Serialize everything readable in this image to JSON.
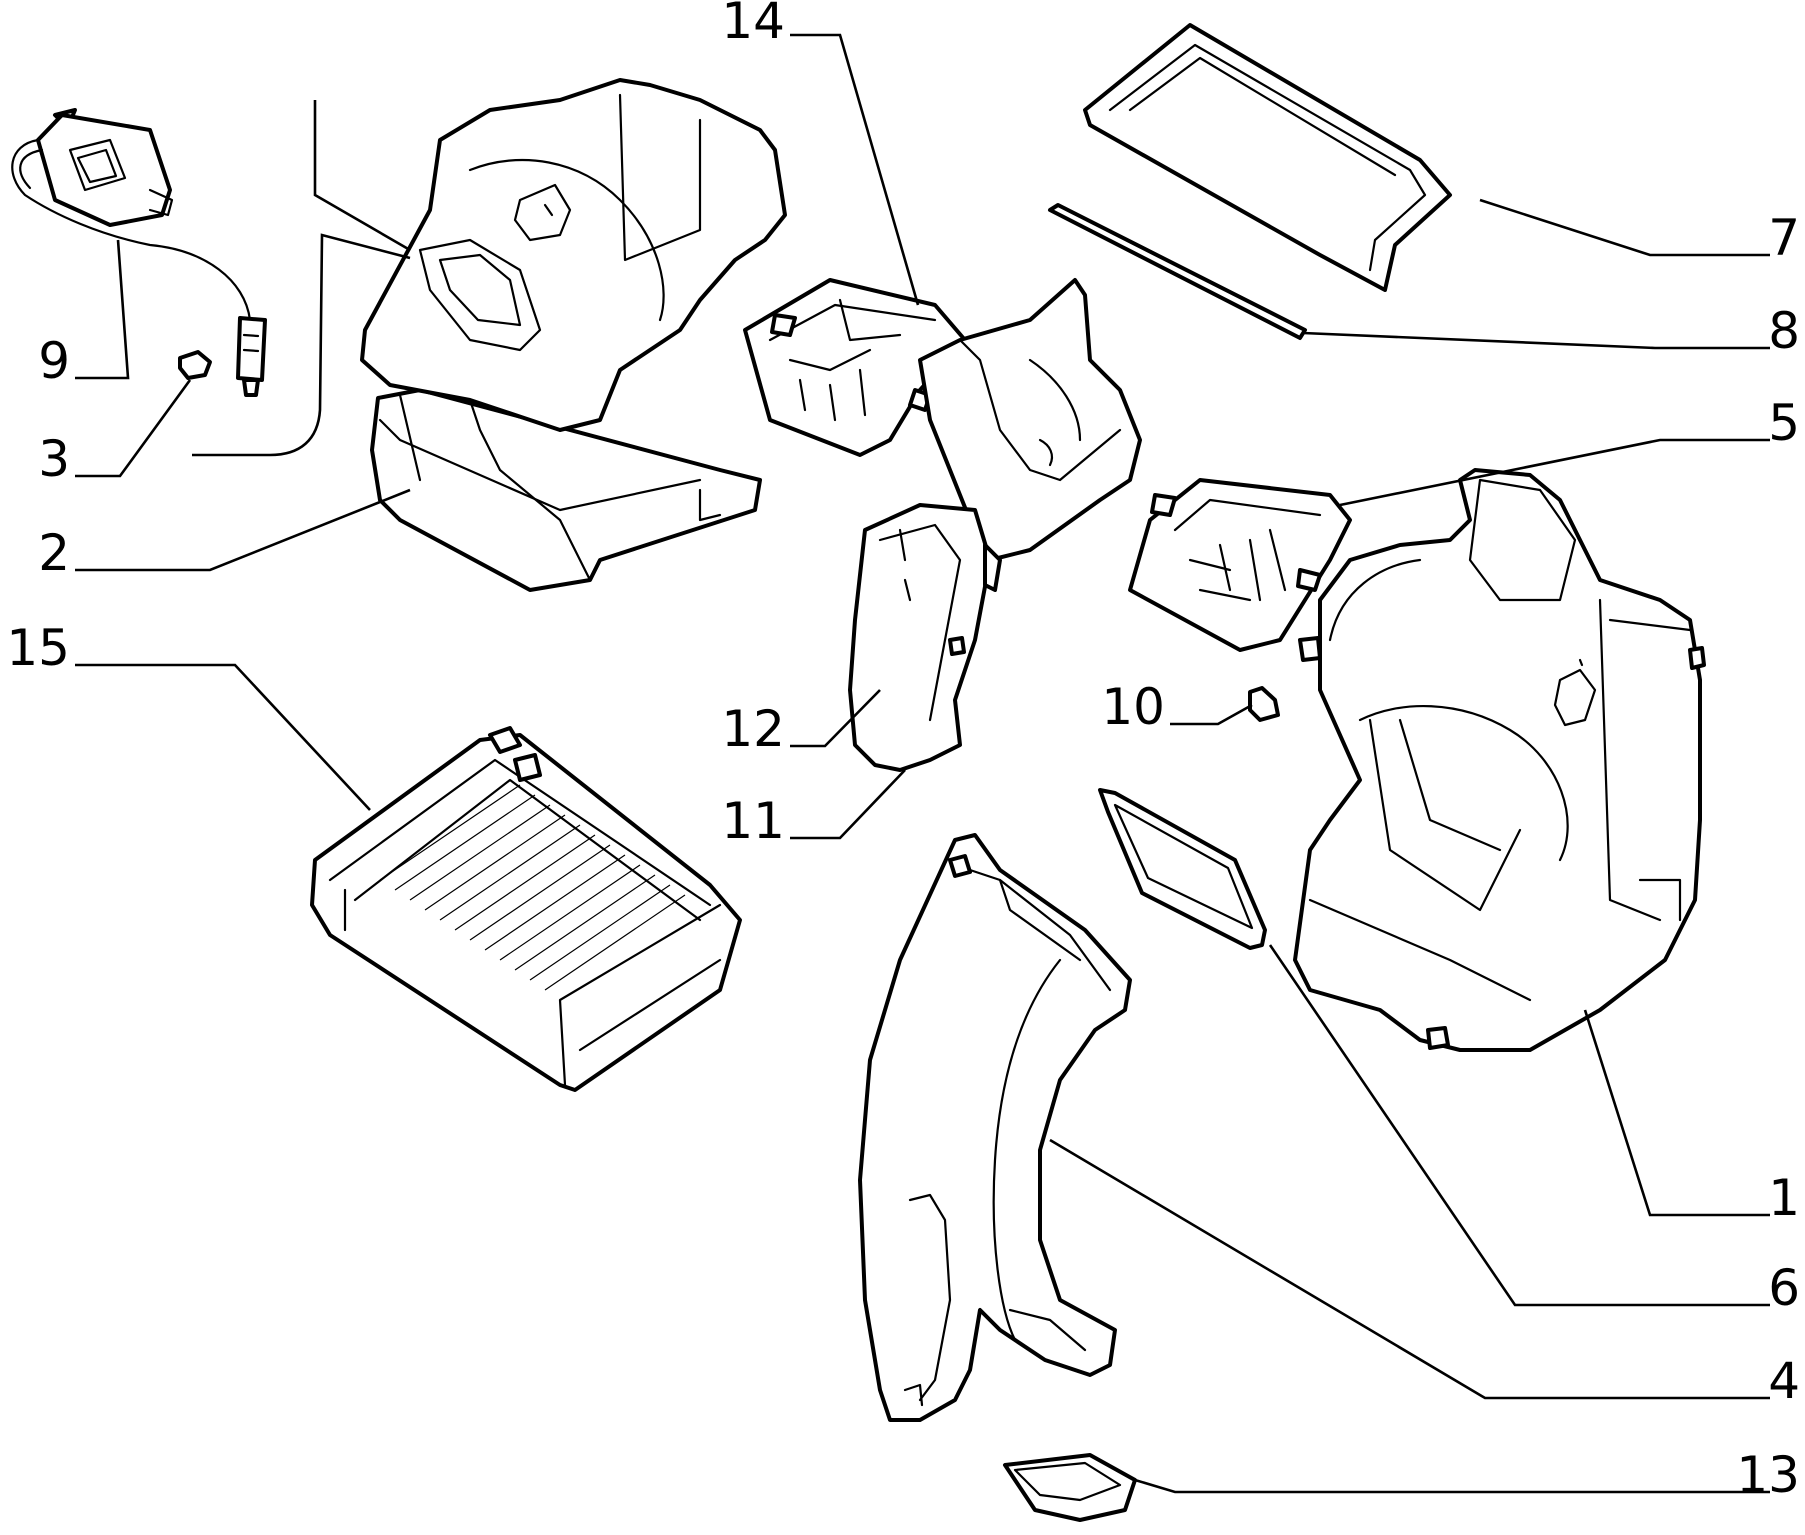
{
  "diagram": {
    "callouts": [
      {
        "id": "c1",
        "label": "1"
      },
      {
        "id": "c2",
        "label": "2"
      },
      {
        "id": "c3",
        "label": "3"
      },
      {
        "id": "c4",
        "label": "4"
      },
      {
        "id": "c5",
        "label": "5"
      },
      {
        "id": "c6",
        "label": "6"
      },
      {
        "id": "c7",
        "label": "7"
      },
      {
        "id": "c8",
        "label": "8"
      },
      {
        "id": "c9",
        "label": "9"
      },
      {
        "id": "c10",
        "label": "10"
      },
      {
        "id": "c11",
        "label": "11"
      },
      {
        "id": "c12",
        "label": "12"
      },
      {
        "id": "c13",
        "label": "13"
      },
      {
        "id": "c14",
        "label": "14"
      },
      {
        "id": "c15",
        "label": "15"
      }
    ],
    "colors": {
      "line": "#000000",
      "background": "#ffffff"
    }
  }
}
